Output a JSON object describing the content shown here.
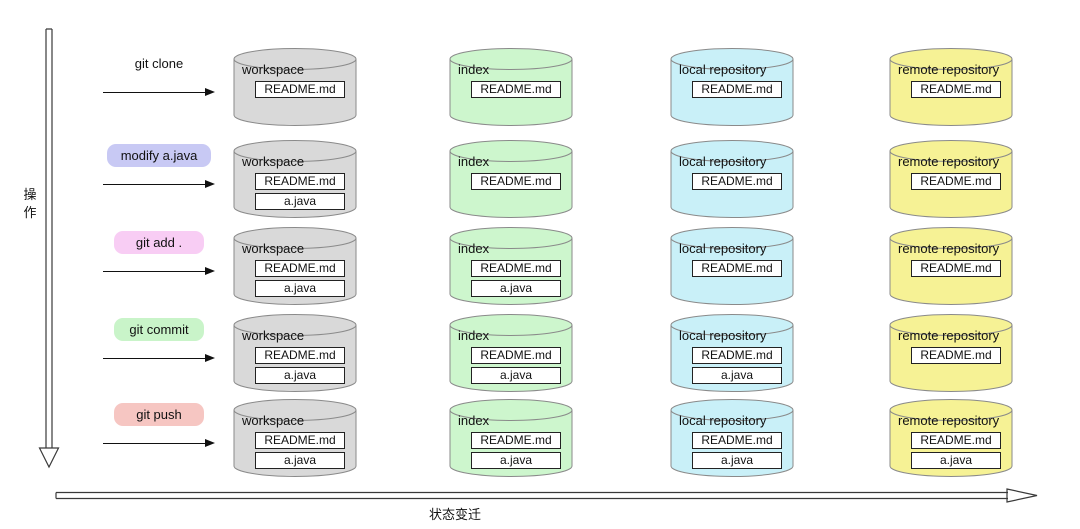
{
  "axes": {
    "vertical_label": "操作",
    "horizontal_label": "状态变迁"
  },
  "columns": [
    {
      "title": "workspace",
      "color": "#d9d9d9"
    },
    {
      "title": "index",
      "color": "#cdf6cd"
    },
    {
      "title": "local repository",
      "color": "#c9f0f8"
    },
    {
      "title": "remote repository",
      "color": "#f6f295"
    }
  ],
  "rows": [
    {
      "operation": {
        "label": "git clone",
        "pill": false,
        "color": "transparent"
      },
      "cells": [
        {
          "files": [
            "README.md"
          ]
        },
        {
          "files": [
            "README.md"
          ]
        },
        {
          "files": [
            "README.md"
          ]
        },
        {
          "files": [
            "README.md"
          ]
        }
      ]
    },
    {
      "operation": {
        "label": "modify a.java",
        "pill": true,
        "color": "#c8c9f4"
      },
      "cells": [
        {
          "files": [
            "README.md",
            "a.java"
          ]
        },
        {
          "files": [
            "README.md"
          ]
        },
        {
          "files": [
            "README.md"
          ]
        },
        {
          "files": [
            "README.md"
          ]
        }
      ]
    },
    {
      "operation": {
        "label": "git add .",
        "pill": true,
        "color": "#f8cdf4"
      },
      "cells": [
        {
          "files": [
            "README.md",
            "a.java"
          ]
        },
        {
          "files": [
            "README.md",
            "a.java"
          ]
        },
        {
          "files": [
            "README.md"
          ]
        },
        {
          "files": [
            "README.md"
          ]
        }
      ]
    },
    {
      "operation": {
        "label": "git commit",
        "pill": true,
        "color": "#c9f4c9"
      },
      "cells": [
        {
          "files": [
            "README.md",
            "a.java"
          ]
        },
        {
          "files": [
            "README.md",
            "a.java"
          ]
        },
        {
          "files": [
            "README.md",
            "a.java"
          ]
        },
        {
          "files": [
            "README.md"
          ]
        }
      ]
    },
    {
      "operation": {
        "label": "git push",
        "pill": true,
        "color": "#f6c6c2"
      },
      "cells": [
        {
          "files": [
            "README.md",
            "a.java"
          ]
        },
        {
          "files": [
            "README.md",
            "a.java"
          ]
        },
        {
          "files": [
            "README.md",
            "a.java"
          ]
        },
        {
          "files": [
            "README.md",
            "a.java"
          ]
        }
      ]
    }
  ]
}
